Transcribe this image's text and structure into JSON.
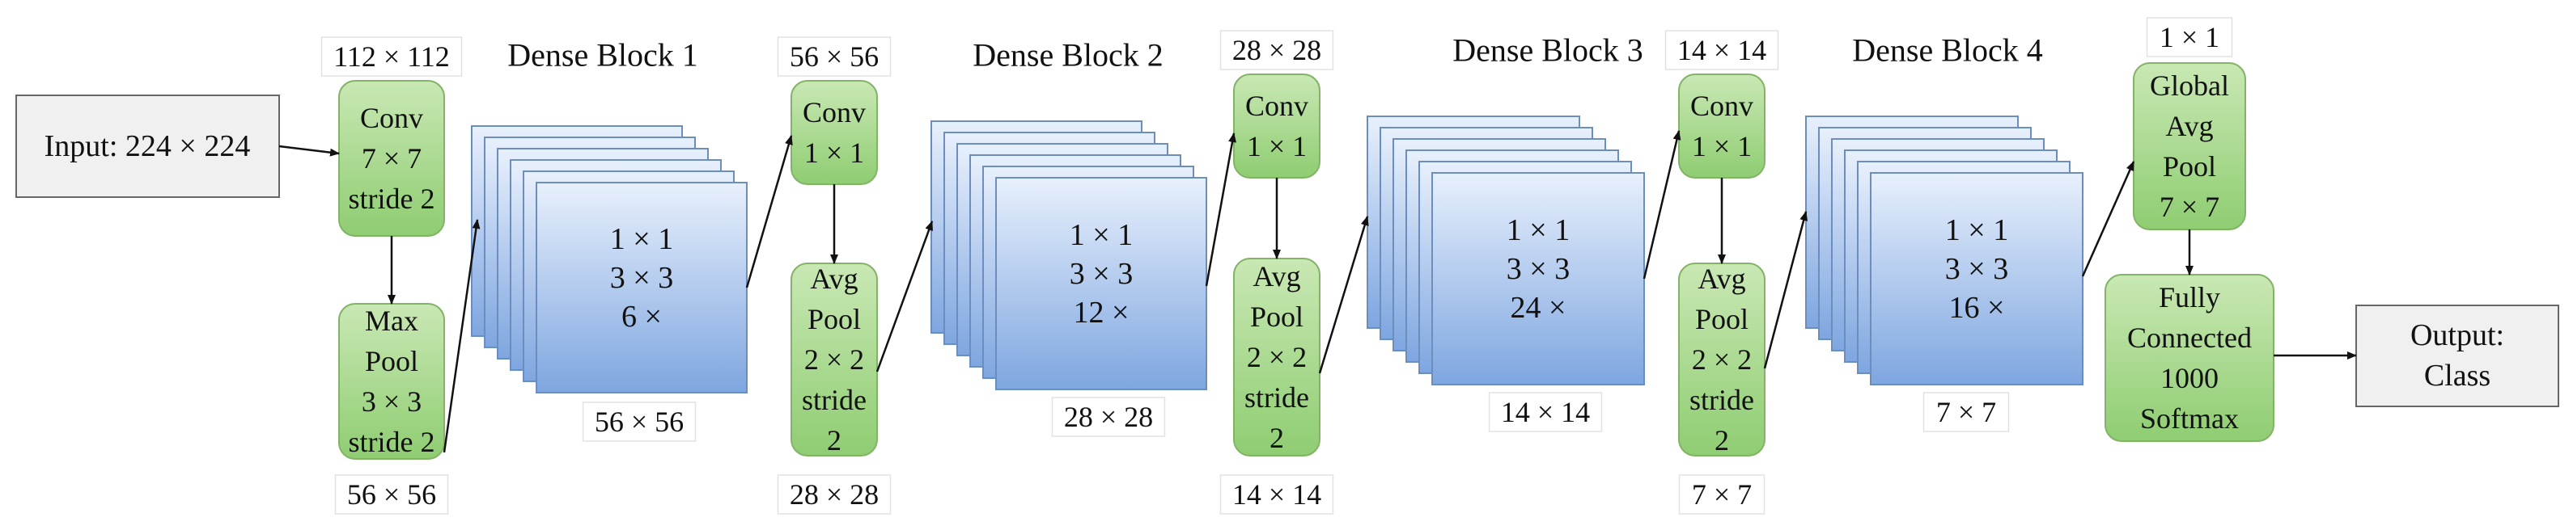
{
  "colors": {
    "green_top": "#c9e8b4",
    "green_bottom": "#8fcd72",
    "green_stroke": "#82b366",
    "blue_top": "#e8f0fc",
    "blue_bottom": "#7ea6e0",
    "blue_stroke": "#6c8ebf",
    "io_fill": "#f0f0f0",
    "io_stroke": "#666666",
    "label_stroke": "#e2e2e2",
    "arrow": "#111111"
  },
  "input": {
    "text": "Input: 224 × 224"
  },
  "output": {
    "lines": [
      "Output:",
      "Class"
    ]
  },
  "conv_initial": {
    "lines": [
      "Conv",
      "7 × 7",
      "stride 2"
    ],
    "dim_label": "112 × 112"
  },
  "maxpool": {
    "lines": [
      "Max",
      "Pool",
      "3 × 3",
      "stride 2"
    ],
    "dim_label": "56 × 56"
  },
  "dense_blocks": [
    {
      "title": "Dense Block 1",
      "lines": [
        "1 × 1",
        "3 × 3",
        "6 ×"
      ],
      "dim_label": "56 × 56"
    },
    {
      "title": "Dense Block 2",
      "lines": [
        "1 × 1",
        "3 × 3",
        "12 ×"
      ],
      "dim_label": "28 × 28"
    },
    {
      "title": "Dense Block 3",
      "lines": [
        "1 × 1",
        "3 × 3",
        "24 ×"
      ],
      "dim_label": "14 × 14"
    },
    {
      "title": "Dense Block 4",
      "lines": [
        "1 × 1",
        "3 × 3",
        "16 ×"
      ],
      "dim_label": "7 × 7"
    }
  ],
  "transitions": [
    {
      "conv_lines": [
        "Conv",
        "1 × 1"
      ],
      "conv_dim": "56 × 56",
      "pool_lines": [
        "Avg",
        "Pool",
        "2 × 2",
        "stride",
        "2"
      ],
      "pool_dim": "28 × 28"
    },
    {
      "conv_lines": [
        "Conv",
        "1 × 1"
      ],
      "conv_dim": "28 × 28",
      "pool_lines": [
        "Avg",
        "Pool",
        "2 × 2",
        "stride",
        "2"
      ],
      "pool_dim": "14 × 14"
    },
    {
      "conv_lines": [
        "Conv",
        "1 × 1"
      ],
      "conv_dim": "14 × 14",
      "pool_lines": [
        "Avg",
        "Pool",
        "2 × 2",
        "stride",
        "2"
      ],
      "pool_dim": "7 × 7"
    }
  ],
  "global_pool": {
    "lines": [
      "Global",
      "Avg",
      "Pool",
      "7 × 7"
    ],
    "dim_label": "1 × 1"
  },
  "fully_connected": {
    "lines": [
      "Fully",
      "Connected",
      "1000",
      "Softmax"
    ]
  }
}
